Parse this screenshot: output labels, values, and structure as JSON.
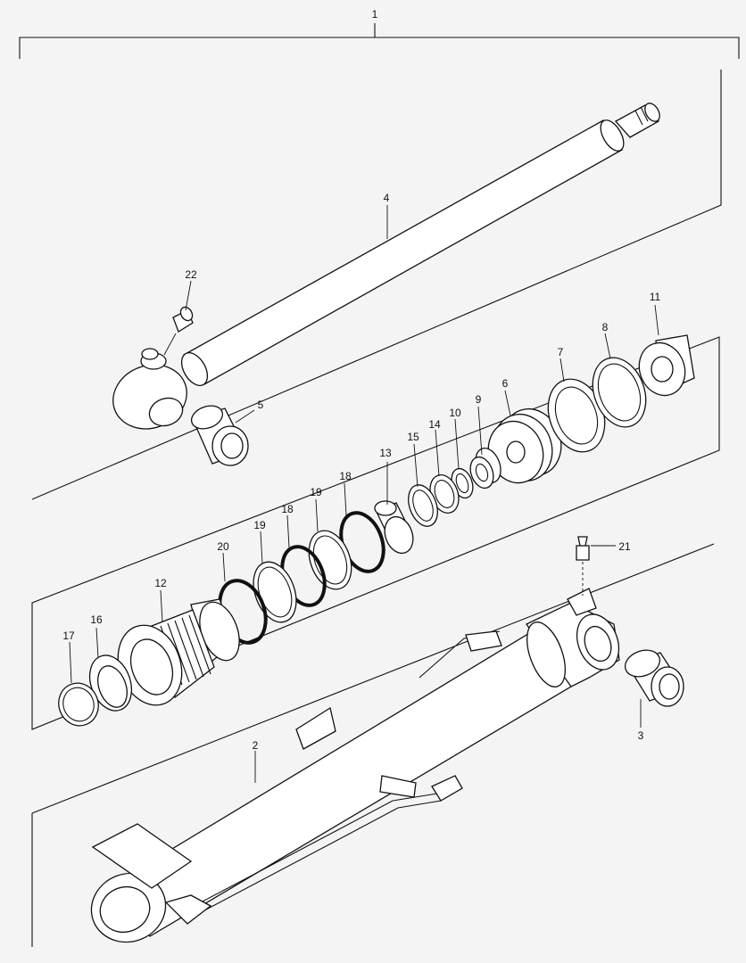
{
  "diagram": {
    "background": "#f4f4f4",
    "line_color": "#111111",
    "callouts": {
      "c1": "1",
      "c2": "2",
      "c3": "3",
      "c4": "4",
      "c5": "5",
      "c6": "6",
      "c7": "7",
      "c8": "8",
      "c9": "9",
      "c10": "10",
      "c11": "11",
      "c12": "12",
      "c13": "13",
      "c14": "14",
      "c15": "15",
      "c16": "16",
      "c17": "17",
      "c18a": "18",
      "c18b": "18",
      "c19a": "19",
      "c19b": "19",
      "c20": "20",
      "c21": "21",
      "c22": "22"
    }
  }
}
